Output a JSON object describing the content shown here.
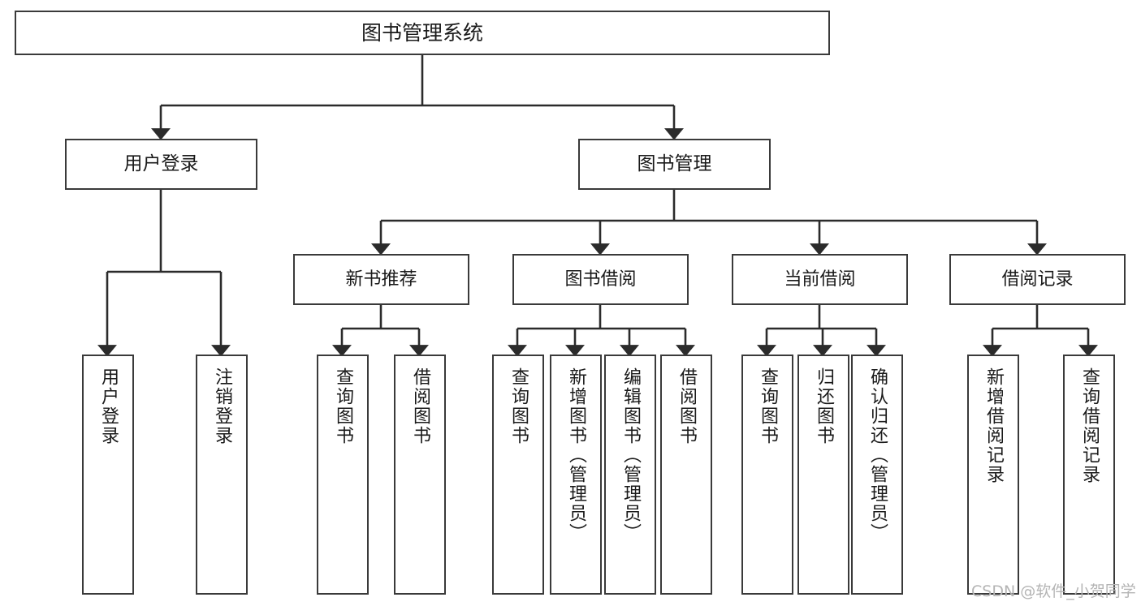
{
  "diagram": {
    "title": "图书管理系统",
    "watermark": "CSDN @软件_小贺同学",
    "colors": {
      "box_border": "#3a3a3a",
      "connector": "#2b2b2b",
      "background": "#ffffff",
      "text": "#1a1a1a",
      "watermark": "#b4b4b4"
    },
    "nodes": {
      "root": {
        "label": "图书管理系统"
      },
      "level1": [
        {
          "label": "用户登录"
        },
        {
          "label": "图书管理"
        }
      ],
      "level2": [
        {
          "label": "新书推荐"
        },
        {
          "label": "图书借阅"
        },
        {
          "label": "当前借阅"
        },
        {
          "label": "借阅记录"
        }
      ],
      "leaves": [
        {
          "label": "用户登录",
          "parent": "用户登录"
        },
        {
          "label": "注销登录",
          "parent": "用户登录"
        },
        {
          "label": "查询图书",
          "parent": "新书推荐"
        },
        {
          "label": "借阅图书",
          "parent": "新书推荐"
        },
        {
          "label": "查询图书",
          "parent": "图书借阅"
        },
        {
          "label": "新增图书（管理员）",
          "parent": "图书借阅"
        },
        {
          "label": "编辑图书（管理员）",
          "parent": "图书借阅"
        },
        {
          "label": "借阅图书",
          "parent": "图书借阅"
        },
        {
          "label": "查询图书",
          "parent": "当前借阅"
        },
        {
          "label": "归还图书",
          "parent": "当前借阅"
        },
        {
          "label": "确认归还（管理员）",
          "parent": "当前借阅"
        },
        {
          "label": "新增借阅记录",
          "parent": "借阅记录"
        },
        {
          "label": "查询借阅记录",
          "parent": "借阅记录"
        }
      ]
    }
  }
}
